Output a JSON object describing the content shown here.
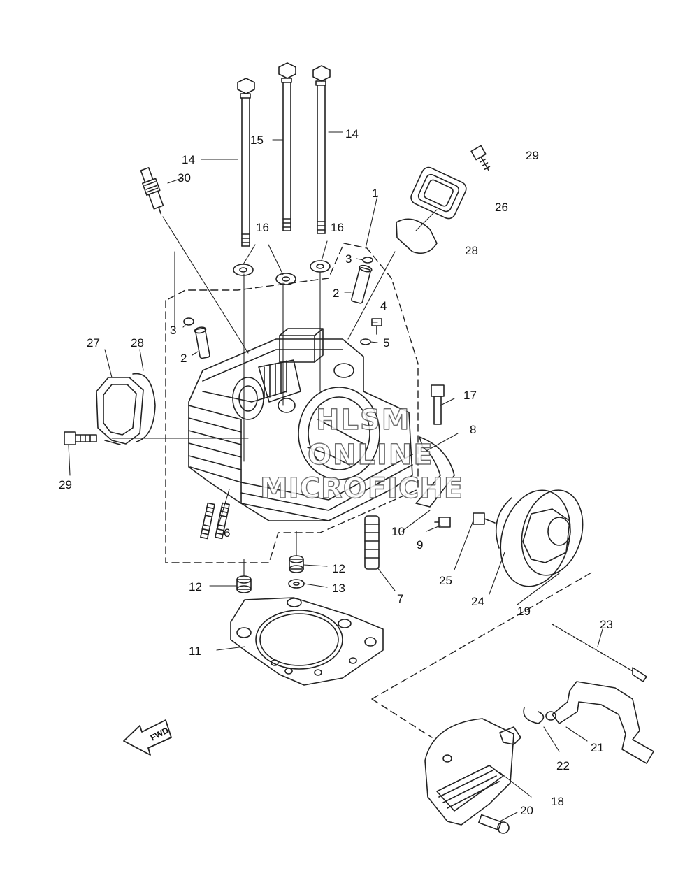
{
  "labels": {
    "l1": "1",
    "l2a": "2",
    "l2b": "2",
    "l3a": "3",
    "l3b": "3",
    "l4": "4",
    "l5": "5",
    "l6": "6",
    "l7": "7",
    "l8": "8",
    "l9": "9",
    "l10": "10",
    "l11": "11",
    "l12a": "12",
    "l12b": "12",
    "l13": "13",
    "l14a": "14",
    "l14b": "14",
    "l15": "15",
    "l16a": "16",
    "l16b": "16",
    "l17": "17",
    "l18": "18",
    "l19": "19",
    "l20": "20",
    "l21": "21",
    "l22": "22",
    "l23": "23",
    "l24": "24",
    "l25": "25",
    "l26": "26",
    "l27": "27",
    "l28a": "28",
    "l28b": "28",
    "l29a": "29",
    "l29b": "29",
    "l30": "30"
  },
  "fwd_badge": "FWD",
  "watermark": {
    "line1": "HLSM",
    "line2": "ONLINE",
    "line3": "MICROFICHE"
  },
  "colors": {
    "line": "#222222",
    "background": "#ffffff"
  }
}
